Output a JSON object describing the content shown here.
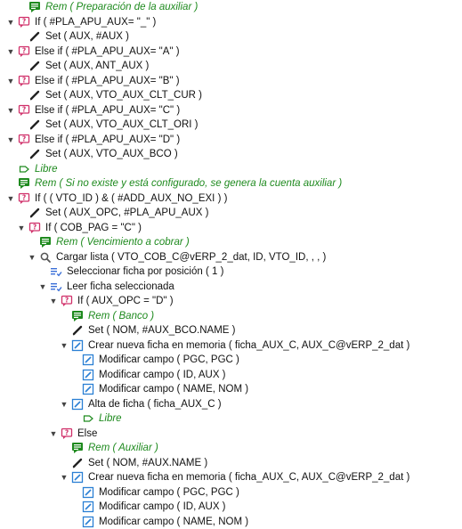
{
  "rows": [
    {
      "level": 1,
      "toggle": "",
      "icon": "rem",
      "text": "Rem ( Preparación de la auxiliar )"
    },
    {
      "level": 0,
      "toggle": "▼",
      "icon": "if",
      "text": "If ( #PLA_APU_AUX= \"_\" )"
    },
    {
      "level": 1,
      "toggle": "",
      "icon": "set",
      "text": "Set ( AUX, #AUX )"
    },
    {
      "level": 0,
      "toggle": "▼",
      "icon": "if",
      "text": "Else if ( #PLA_APU_AUX= \"A\" )"
    },
    {
      "level": 1,
      "toggle": "",
      "icon": "set",
      "text": "Set ( AUX, ANT_AUX )"
    },
    {
      "level": 0,
      "toggle": "▼",
      "icon": "if",
      "text": "Else if ( #PLA_APU_AUX= \"B\" )"
    },
    {
      "level": 1,
      "toggle": "",
      "icon": "set",
      "text": "Set ( AUX, VTO_AUX_CLT_CUR )"
    },
    {
      "level": 0,
      "toggle": "▼",
      "icon": "if",
      "text": "Else if ( #PLA_APU_AUX= \"C\" )"
    },
    {
      "level": 1,
      "toggle": "",
      "icon": "set",
      "text": "Set ( AUX, VTO_AUX_CLT_ORI )"
    },
    {
      "level": 0,
      "toggle": "▼",
      "icon": "if",
      "text": "Else if ( #PLA_APU_AUX= \"D\" )"
    },
    {
      "level": 1,
      "toggle": "",
      "icon": "set",
      "text": "Set ( AUX, VTO_AUX_BCO )"
    },
    {
      "level": 0,
      "toggle": "",
      "icon": "libre",
      "text": "Libre"
    },
    {
      "level": 0,
      "toggle": "",
      "icon": "rem",
      "text": "Rem ( Si no existe y está configurado, se genera la cuenta auxiliar )"
    },
    {
      "level": 0,
      "toggle": "▼",
      "icon": "if",
      "text": "If ( ( VTO_ID ) & ( #ADD_AUX_NO_EXI ) )"
    },
    {
      "level": 1,
      "toggle": "",
      "icon": "set",
      "text": "Set ( AUX_OPC, #PLA_APU_AUX )"
    },
    {
      "level": 1,
      "toggle": "▼",
      "icon": "if",
      "text": "If ( COB_PAG = \"C\" )"
    },
    {
      "level": 2,
      "toggle": "",
      "icon": "rem",
      "text": "Rem ( Vencimiento a cobrar )"
    },
    {
      "level": 2,
      "toggle": "▼",
      "icon": "search",
      "text": "Cargar lista ( VTO_COB_C@vERP_2_dat, ID, VTO_ID, , , )"
    },
    {
      "level": 3,
      "toggle": "",
      "icon": "select",
      "text": "Seleccionar ficha por posición ( 1 )"
    },
    {
      "level": 3,
      "toggle": "▼",
      "icon": "select",
      "text": "Leer ficha seleccionada"
    },
    {
      "level": 4,
      "toggle": "▼",
      "icon": "if",
      "text": "If ( AUX_OPC = \"D\" )"
    },
    {
      "level": 5,
      "toggle": "",
      "icon": "rem",
      "text": "Rem ( Banco )"
    },
    {
      "level": 5,
      "toggle": "",
      "icon": "set",
      "text": "Set ( NOM, #AUX_BCO.NAME )"
    },
    {
      "level": 5,
      "toggle": "▼",
      "icon": "edit",
      "text": "Crear nueva ficha en memoria ( ficha_AUX_C, AUX_C@vERP_2_dat )"
    },
    {
      "level": 6,
      "toggle": "",
      "icon": "edit",
      "text": "Modificar campo ( PGC, PGC )"
    },
    {
      "level": 6,
      "toggle": "",
      "icon": "edit",
      "text": "Modificar campo ( ID, AUX )"
    },
    {
      "level": 6,
      "toggle": "",
      "icon": "edit",
      "text": "Modificar campo ( NAME, NOM )"
    },
    {
      "level": 5,
      "toggle": "▼",
      "icon": "edit",
      "text": "Alta de ficha ( ficha_AUX_C )"
    },
    {
      "level": 6,
      "toggle": "",
      "icon": "libre",
      "text": "Libre"
    },
    {
      "level": 4,
      "toggle": "▼",
      "icon": "if",
      "text": "Else"
    },
    {
      "level": 5,
      "toggle": "",
      "icon": "rem",
      "text": "Rem ( Auxiliar )"
    },
    {
      "level": 5,
      "toggle": "",
      "icon": "set",
      "text": "Set ( NOM, #AUX.NAME )"
    },
    {
      "level": 5,
      "toggle": "▼",
      "icon": "edit",
      "text": "Crear nueva ficha en memoria ( ficha_AUX_C, AUX_C@vERP_2_dat )"
    },
    {
      "level": 6,
      "toggle": "",
      "icon": "edit",
      "text": "Modificar campo ( PGC, PGC )"
    },
    {
      "level": 6,
      "toggle": "",
      "icon": "edit",
      "text": "Modificar campo ( ID, AUX )"
    },
    {
      "level": 6,
      "toggle": "",
      "icon": "edit",
      "text": "Modificar campo ( NAME, NOM )"
    }
  ],
  "colors": {
    "rem": "#1e8a1e",
    "if": "#d0306a",
    "edit": "#2a7fd4",
    "select": "#3a6fd8",
    "set": "#222222"
  }
}
